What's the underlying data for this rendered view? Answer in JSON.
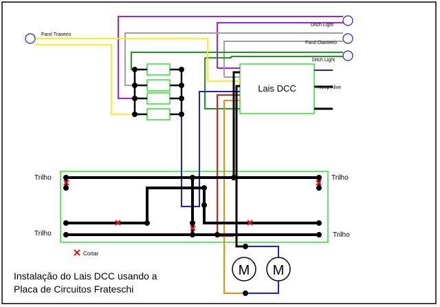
{
  "labels": {
    "farol_traseiro": "Farol Traseiro",
    "ditch_light_top": "Ditch Light",
    "farol_dianteiro": "Farol Dianteiro",
    "ditch_light_bottom": "Ditch Light",
    "decoder": "Lais DCC",
    "keep_alive": "Keep Alive",
    "trilho_tl": "Trilho",
    "trilho_tr": "Trilho",
    "trilho_bl": "Trilho",
    "trilho_br": "Trilho",
    "cortar": "Cortar",
    "motor_left": "M",
    "motor_right": "M",
    "caption_line1": "Instalação do Lais DCC usando a",
    "caption_line2": "Placa de Circuitos Frateschi"
  },
  "colors": {
    "purple": "#aa22cc",
    "gray": "#a0a0a0",
    "green": "#1a9a1a",
    "yellow": "#ffee22",
    "blue": "#1a22cc",
    "red": "#ee1111",
    "orange": "#ff8800",
    "black": "#000000",
    "board": "#33dd33",
    "cut": "#ee1111"
  }
}
